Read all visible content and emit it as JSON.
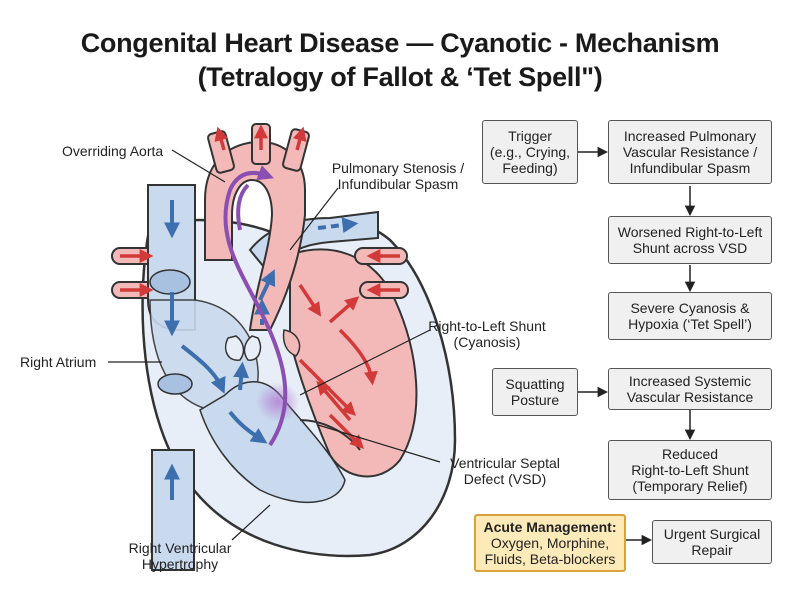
{
  "title": {
    "line1": "Congenital Heart Disease — Cyanotic - Mechanism",
    "line2": "(Tetralogy of Fallot & ‘Tet Spell\")"
  },
  "labels": {
    "overriding_aorta": "Overriding Aorta",
    "pulm_stenosis_1": "Pulmonary Stenosis /",
    "pulm_stenosis_2": "Infundibular Spasm",
    "shunt_1": "Right-to-Left Shunt",
    "shunt_2": "(Cyanosis)",
    "right_atrium": "Right Atrium",
    "vsd_1": "Ventricular Septal",
    "vsd_2": "Defect (VSD)",
    "rvh_1": "Right Ventricular",
    "rvh_2": "Hypertrophy"
  },
  "flow": {
    "trigger": [
      "Trigger",
      "(e.g., Crying,",
      "Feeding)"
    ],
    "pvr": [
      "Increased Pulmonary",
      "Vascular Resistance /",
      "Infundibular Spasm"
    ],
    "shunt": [
      "Worsened Right-to-Left",
      "Shunt across VSD"
    ],
    "cyanosis": [
      "Severe Cyanosis &",
      "Hypoxia (‘Tet Spell’)"
    ],
    "squatting": [
      "Squatting",
      "Posture"
    ],
    "svr": [
      "Increased Systemic",
      "Vascular Resistance"
    ],
    "reduced": [
      "Reduced",
      "Right-to-Left Shunt",
      "(Temporary Relief)"
    ],
    "acute_title": "Acute Management:",
    "acute_body": [
      "Oxygen, Morphine,",
      "Fluids, Beta-blockers"
    ],
    "surgery": [
      "Urgent Surgical",
      "Repair"
    ]
  },
  "colors": {
    "deoxygenated": "#c9d9ee",
    "deoxygenated_arrow": "#3d6fae",
    "oxygenated": "#f3b9b9",
    "oxygenated_arrow": "#d23a3a",
    "mixed_shunt": "#8a4fb0",
    "box_fill": "#f0f0f0",
    "acute_fill": "#fcebb8",
    "acute_border": "#d9a33a"
  }
}
